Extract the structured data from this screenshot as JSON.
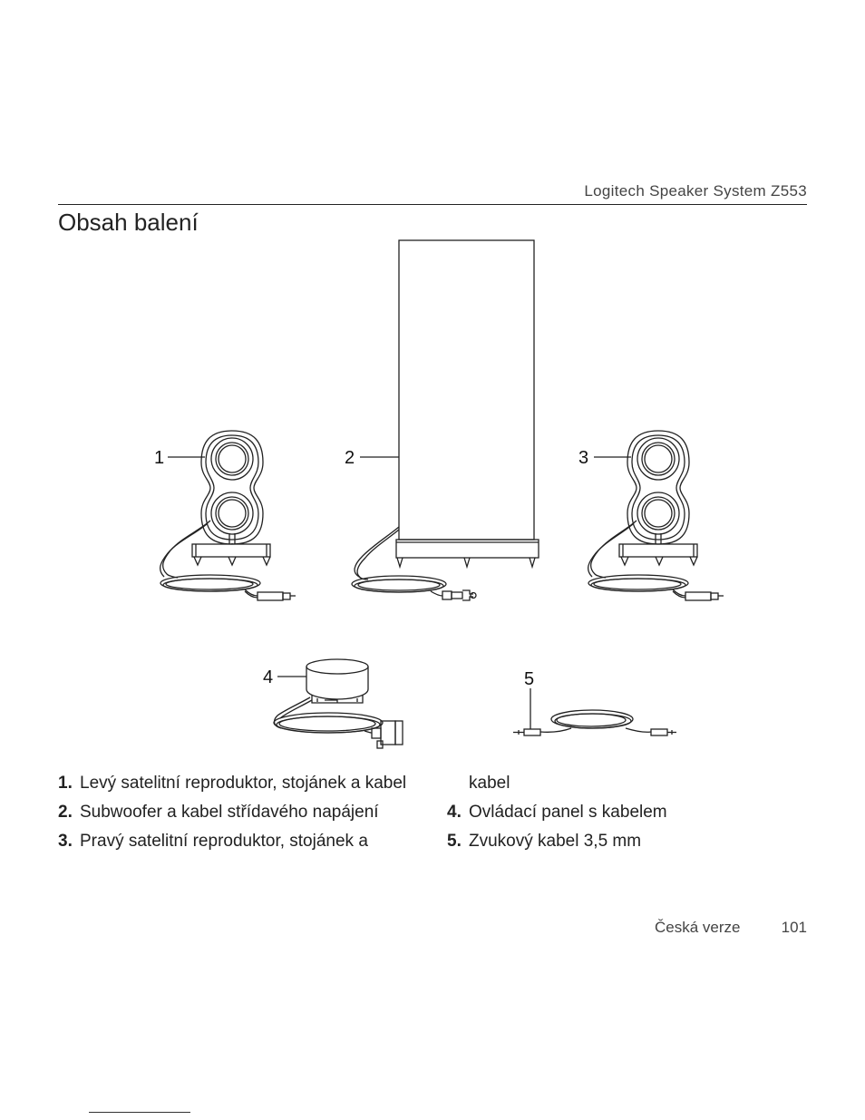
{
  "header": {
    "product": "Logitech Speaker System Z553"
  },
  "page": {
    "title": "Obsah balení"
  },
  "figure": {
    "callouts": [
      "1",
      "2",
      "3",
      "4",
      "5"
    ]
  },
  "list": {
    "items": [
      {
        "num": "1.",
        "text": "Levý satelitní reproduktor, stojánek a kabel"
      },
      {
        "num": "2.",
        "text": "Subwoofer a kabel střídavého napájení"
      },
      {
        "num": "3.",
        "text": "Pravý satelitní reproduktor, stojánek a"
      },
      {
        "num": "",
        "text": "kabel"
      },
      {
        "num": "4.",
        "text": "Ovládací panel s kabelem"
      },
      {
        "num": "5.",
        "text": "Zvukový kabel 3,5 mm"
      }
    ]
  },
  "footer": {
    "language": "Česká verze",
    "page_number": "101"
  },
  "colors": {
    "line": "#222222",
    "text": "#222222",
    "muted": "#444444"
  }
}
